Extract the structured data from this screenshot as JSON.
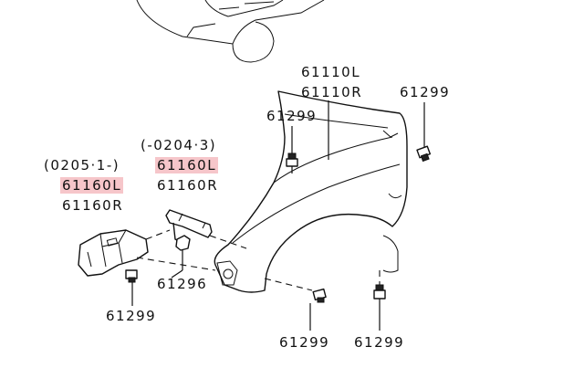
{
  "labels": {
    "fender_l": "61110L",
    "fender_r": "61110R",
    "bolt_top_right": "61299",
    "bolt_top_mid": "61299",
    "bracket2_date": "(-0204·3)",
    "bracket2_l": "61160L",
    "bracket2_r": "61160R",
    "bracket1_date": "(0205·1-)",
    "bracket1_l": "61160L",
    "bracket1_r": "61160R",
    "clip": "61296",
    "bolt_bottom_left": "61299",
    "bolt_bottom_mid": "61299",
    "bolt_bottom_right": "61299"
  },
  "colors": {
    "highlight": "#f6c6ca",
    "ink": "#111111"
  }
}
